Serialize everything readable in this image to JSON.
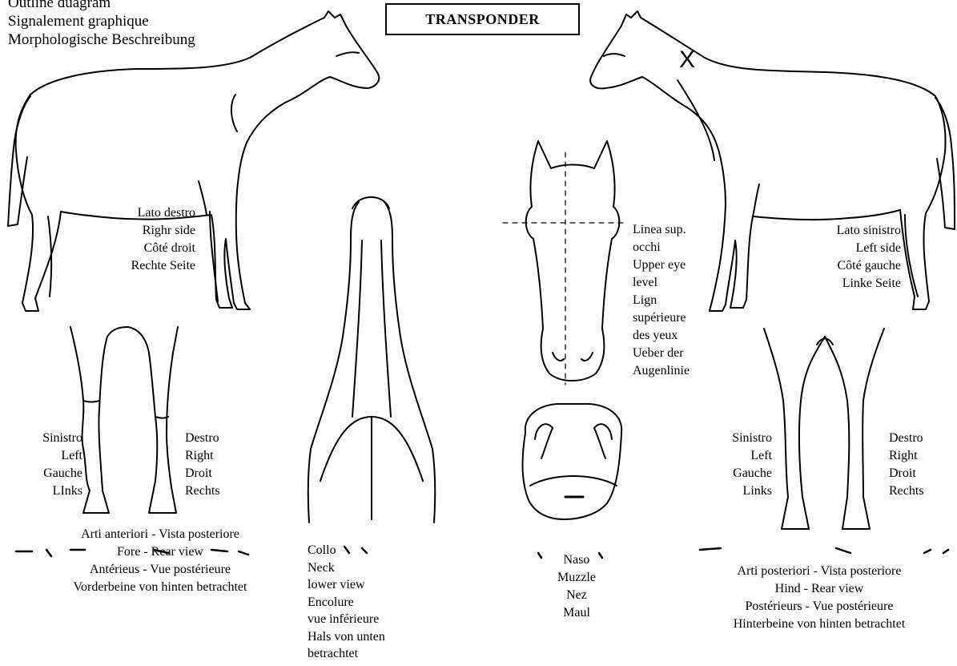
{
  "title_lines": [
    "Outline duagram",
    "Signalement graphique",
    "Morphologische Beschreibung"
  ],
  "transponder_label": "TRANSPONDER",
  "transponder_mark": "X",
  "right_side": [
    "Lato destro",
    "Righr side",
    "Côté droit",
    "Rechte Seite"
  ],
  "left_side": [
    "Lato sinistro",
    "Left side",
    "Côté gauche",
    "Linke Seite"
  ],
  "head_front": [
    "Linea sup.",
    "occhi",
    "Upper eye",
    "level",
    "Lign",
    "supérieure",
    "des yeux",
    "Ueber der",
    "Augenlinie"
  ],
  "fore_legs": {
    "left": [
      "Sinistro",
      "Left",
      "Gauche",
      "LInks"
    ],
    "right": [
      "Destro",
      "Right",
      "Droit",
      "Rechts"
    ],
    "caption": [
      "Arti anteriori - Vista posteriore",
      "Fore - Rear view",
      "Antérieus - Vue postérieure",
      "Vorderbeine von hinten betrachtet"
    ]
  },
  "neck": [
    "Collo",
    "Neck",
    "lower view",
    "Encolure",
    "vue inférieure",
    "Hals von unten",
    "betrachtet"
  ],
  "muzzle": [
    "Naso",
    "Muzzle",
    "Nez",
    "Maul"
  ],
  "hind_legs": {
    "left": [
      "Sinistro",
      "Left",
      "Gauche",
      "Links"
    ],
    "right": [
      "Destro",
      "Right",
      "Droit",
      "Rechts"
    ],
    "caption": [
      "Arti posteriori - Vista posteriore",
      "Hind - Rear view",
      "Postérieurs - Vue postérieure",
      "Hinterbeine von hinten betrachtet"
    ]
  }
}
